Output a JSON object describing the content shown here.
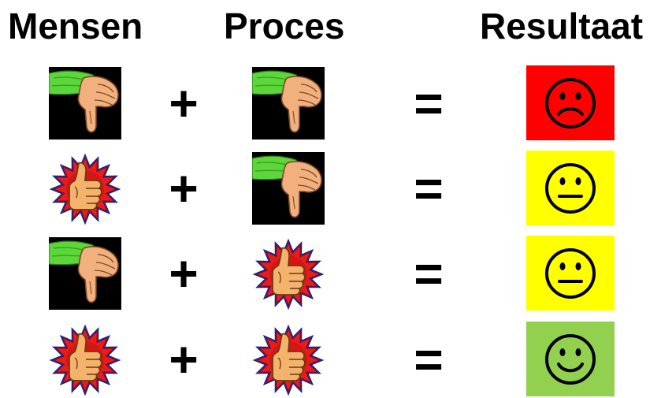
{
  "headers": {
    "mensen": "Mensen",
    "proces": "Proces",
    "resultaat": "Resultaat"
  },
  "operators": {
    "plus": "+",
    "equals": "="
  },
  "rows": [
    {
      "mensen": "thumbs-down",
      "proces": "thumbs-down",
      "result_mood": "sad",
      "result_color": "#ff0000"
    },
    {
      "mensen": "thumbs-up",
      "proces": "thumbs-down",
      "result_mood": "neutral",
      "result_color": "#ffff00"
    },
    {
      "mensen": "thumbs-down",
      "proces": "thumbs-up",
      "result_mood": "neutral",
      "result_color": "#ffff00"
    },
    {
      "mensen": "thumbs-up",
      "proces": "thumbs-up",
      "result_mood": "happy",
      "result_color": "#92d050"
    }
  ]
}
